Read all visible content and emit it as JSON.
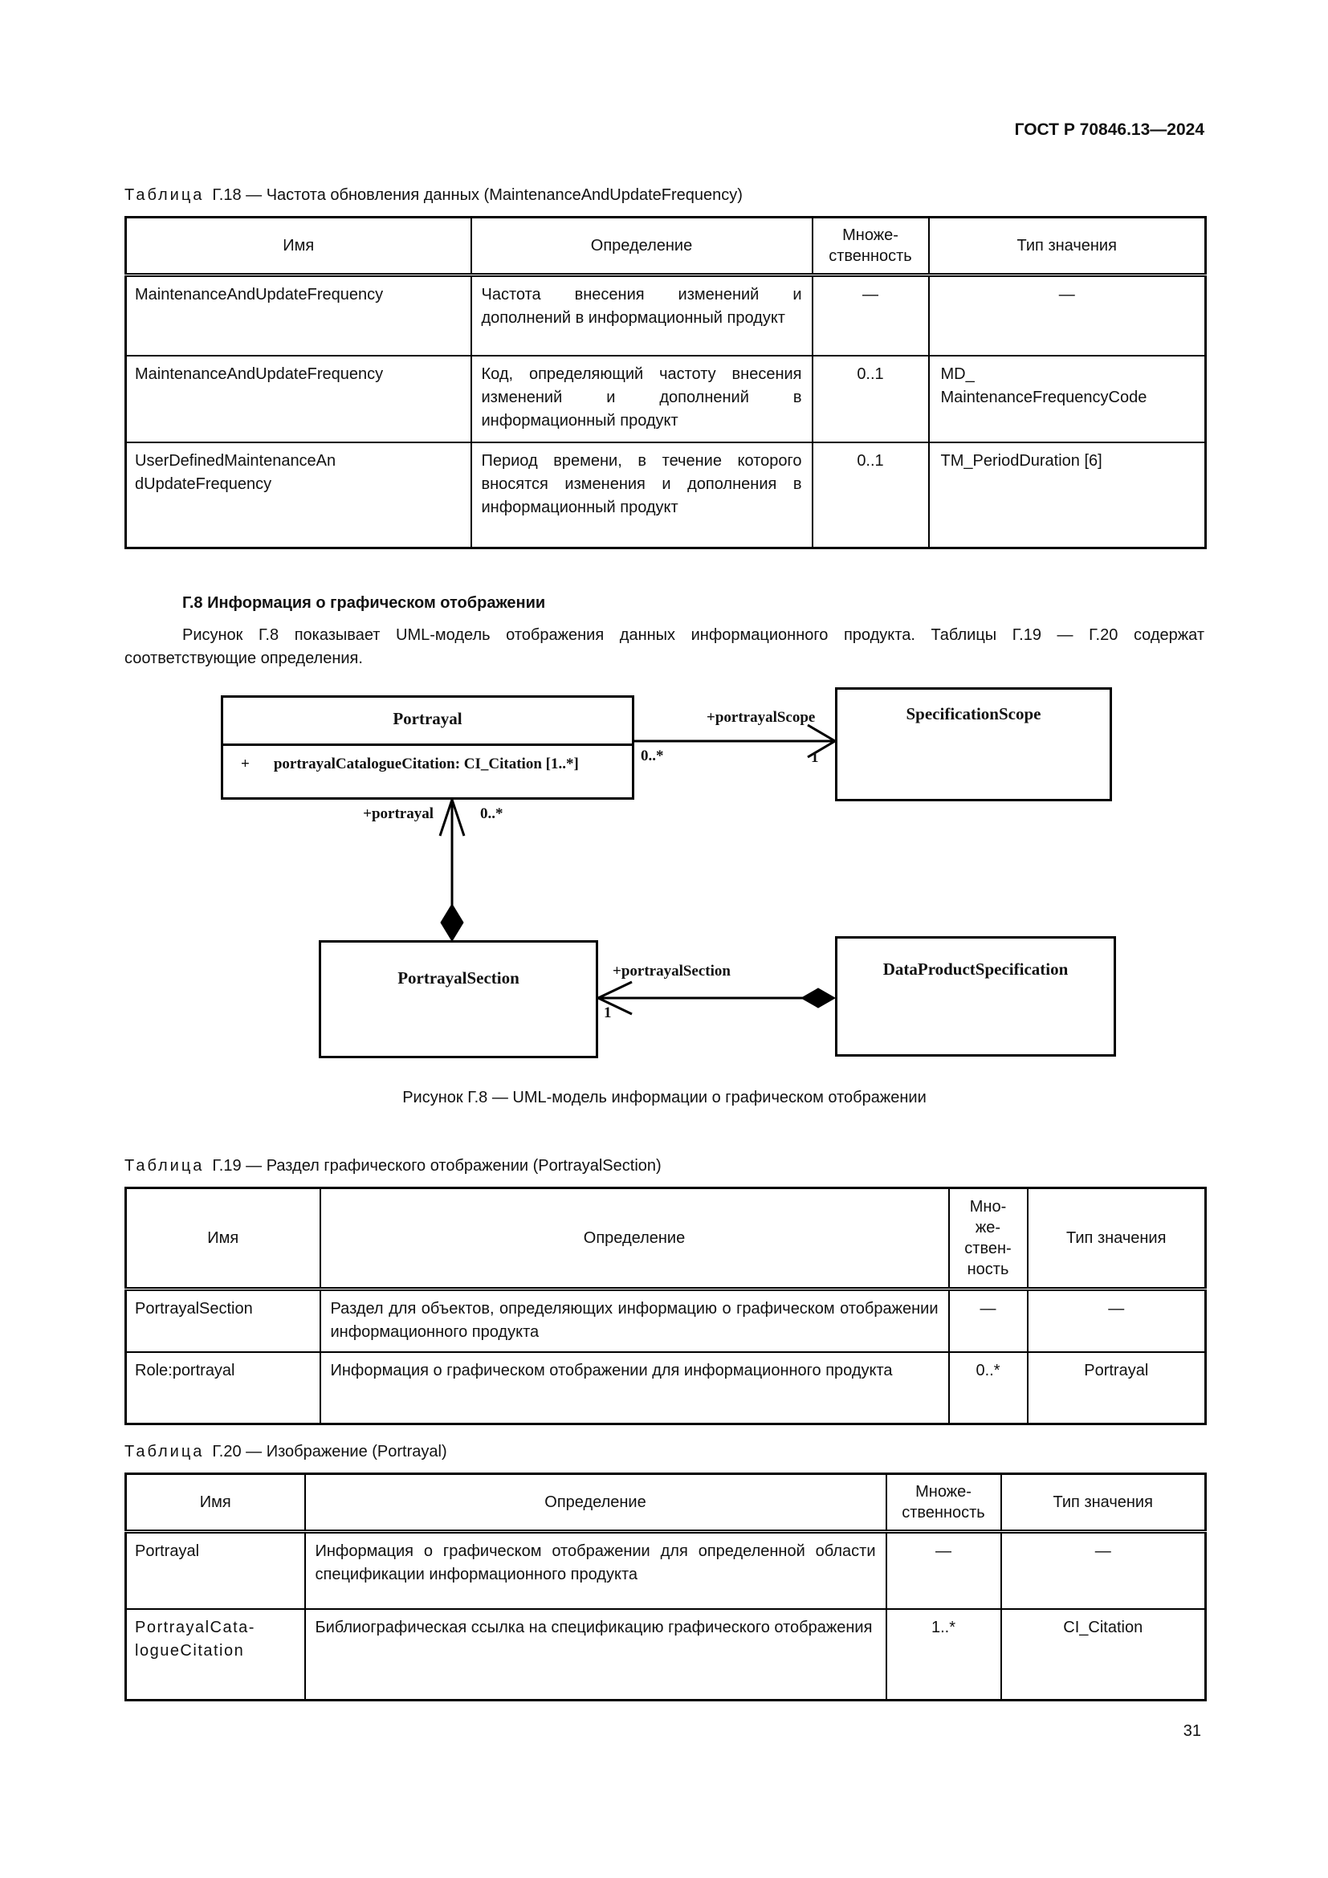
{
  "header": {
    "doc_code": "ГОСТ Р 70846.13—2024"
  },
  "tables": {
    "g18": {
      "caption_word": "Таблица",
      "caption_rest": "Г.18 — Частота обновления данных (MaintenanceAndUpdateFrequency)",
      "headers": [
        "Имя",
        "Определение",
        "Множе-\nственность",
        "Тип значения"
      ],
      "rows": [
        [
          "MaintenanceAndUpdateFrequency",
          "Частота внесения изменений и дополнений в информационный продукт",
          "—",
          "—"
        ],
        [
          "MaintenanceAndUpdateFrequency",
          "Код, определяющий частоту внесения изменений и дополнений в информационный продукт",
          "0..1",
          "MD_\nMaintenanceFrequencyCode"
        ],
        [
          "UserDefinedMaintenanceAn\ndUpdateFrequency",
          "Период времени, в течение которого вносятся изменения и дополнения в информационный продукт",
          "0..1",
          "TM_PeriodDuration [6]"
        ]
      ]
    },
    "g19": {
      "caption_word": "Таблица",
      "caption_rest": "Г.19 — Раздел графического отображении (PortrayalSection)",
      "headers": [
        "Имя",
        "Определение",
        "Мно-\nже-\nствен-\nность",
        "Тип значения"
      ],
      "rows": [
        [
          "PortrayalSection",
          "Раздел для объектов, определяющих информацию о графическом отображении информационного продукта",
          "—",
          "—"
        ],
        [
          "Role:portrayal",
          "Информация о графическом отображении для информационного продукта",
          "0..*",
          "Portrayal"
        ]
      ]
    },
    "g20": {
      "caption_word": "Таблица",
      "caption_rest": "Г.20 — Изображение (Portrayal)",
      "headers": [
        "Имя",
        "Определение",
        "Множе-\nственность",
        "Тип значения"
      ],
      "rows": [
        [
          "Portrayal",
          "Информация о графическом отображении для определенной области спецификации информационного продукта",
          "—",
          "—"
        ],
        [
          "PortrayalCata-\nlogueCitation",
          "Библиографическая ссылка на спецификацию графического отображения",
          "1..*",
          "CI_Citation"
        ]
      ]
    }
  },
  "section": {
    "heading": "Г.8 Информация о графическом отображении",
    "paragraph": "Рисунок Г.8 показывает UML-модель отображения данных информационного продукта. Таблицы Г.19 — Г.20 содержат соответствующие определения."
  },
  "diagram": {
    "portrayal_name": "Portrayal",
    "portrayal_attr_vis": "+",
    "portrayal_attr": "portrayalCatalogueCitation: CI_Citation [1..*]",
    "specificationscope_name": "SpecificationScope",
    "portrayalsection_name": "PortrayalSection",
    "dataproductspec_name": "DataProductSpecification",
    "assoc_scope_label": "+portrayalScope",
    "assoc_scope_source_mult": "0..*",
    "assoc_scope_target_mult": "1",
    "assoc_portrayal_label": "+portrayal",
    "assoc_portrayal_mult": "0..*",
    "assoc_section_label": "+portrayalSection",
    "assoc_section_target_mult": "1"
  },
  "figure_caption": "Рисунок Г.8 — UML-модель информации о графическом отображении",
  "page_number": "31"
}
